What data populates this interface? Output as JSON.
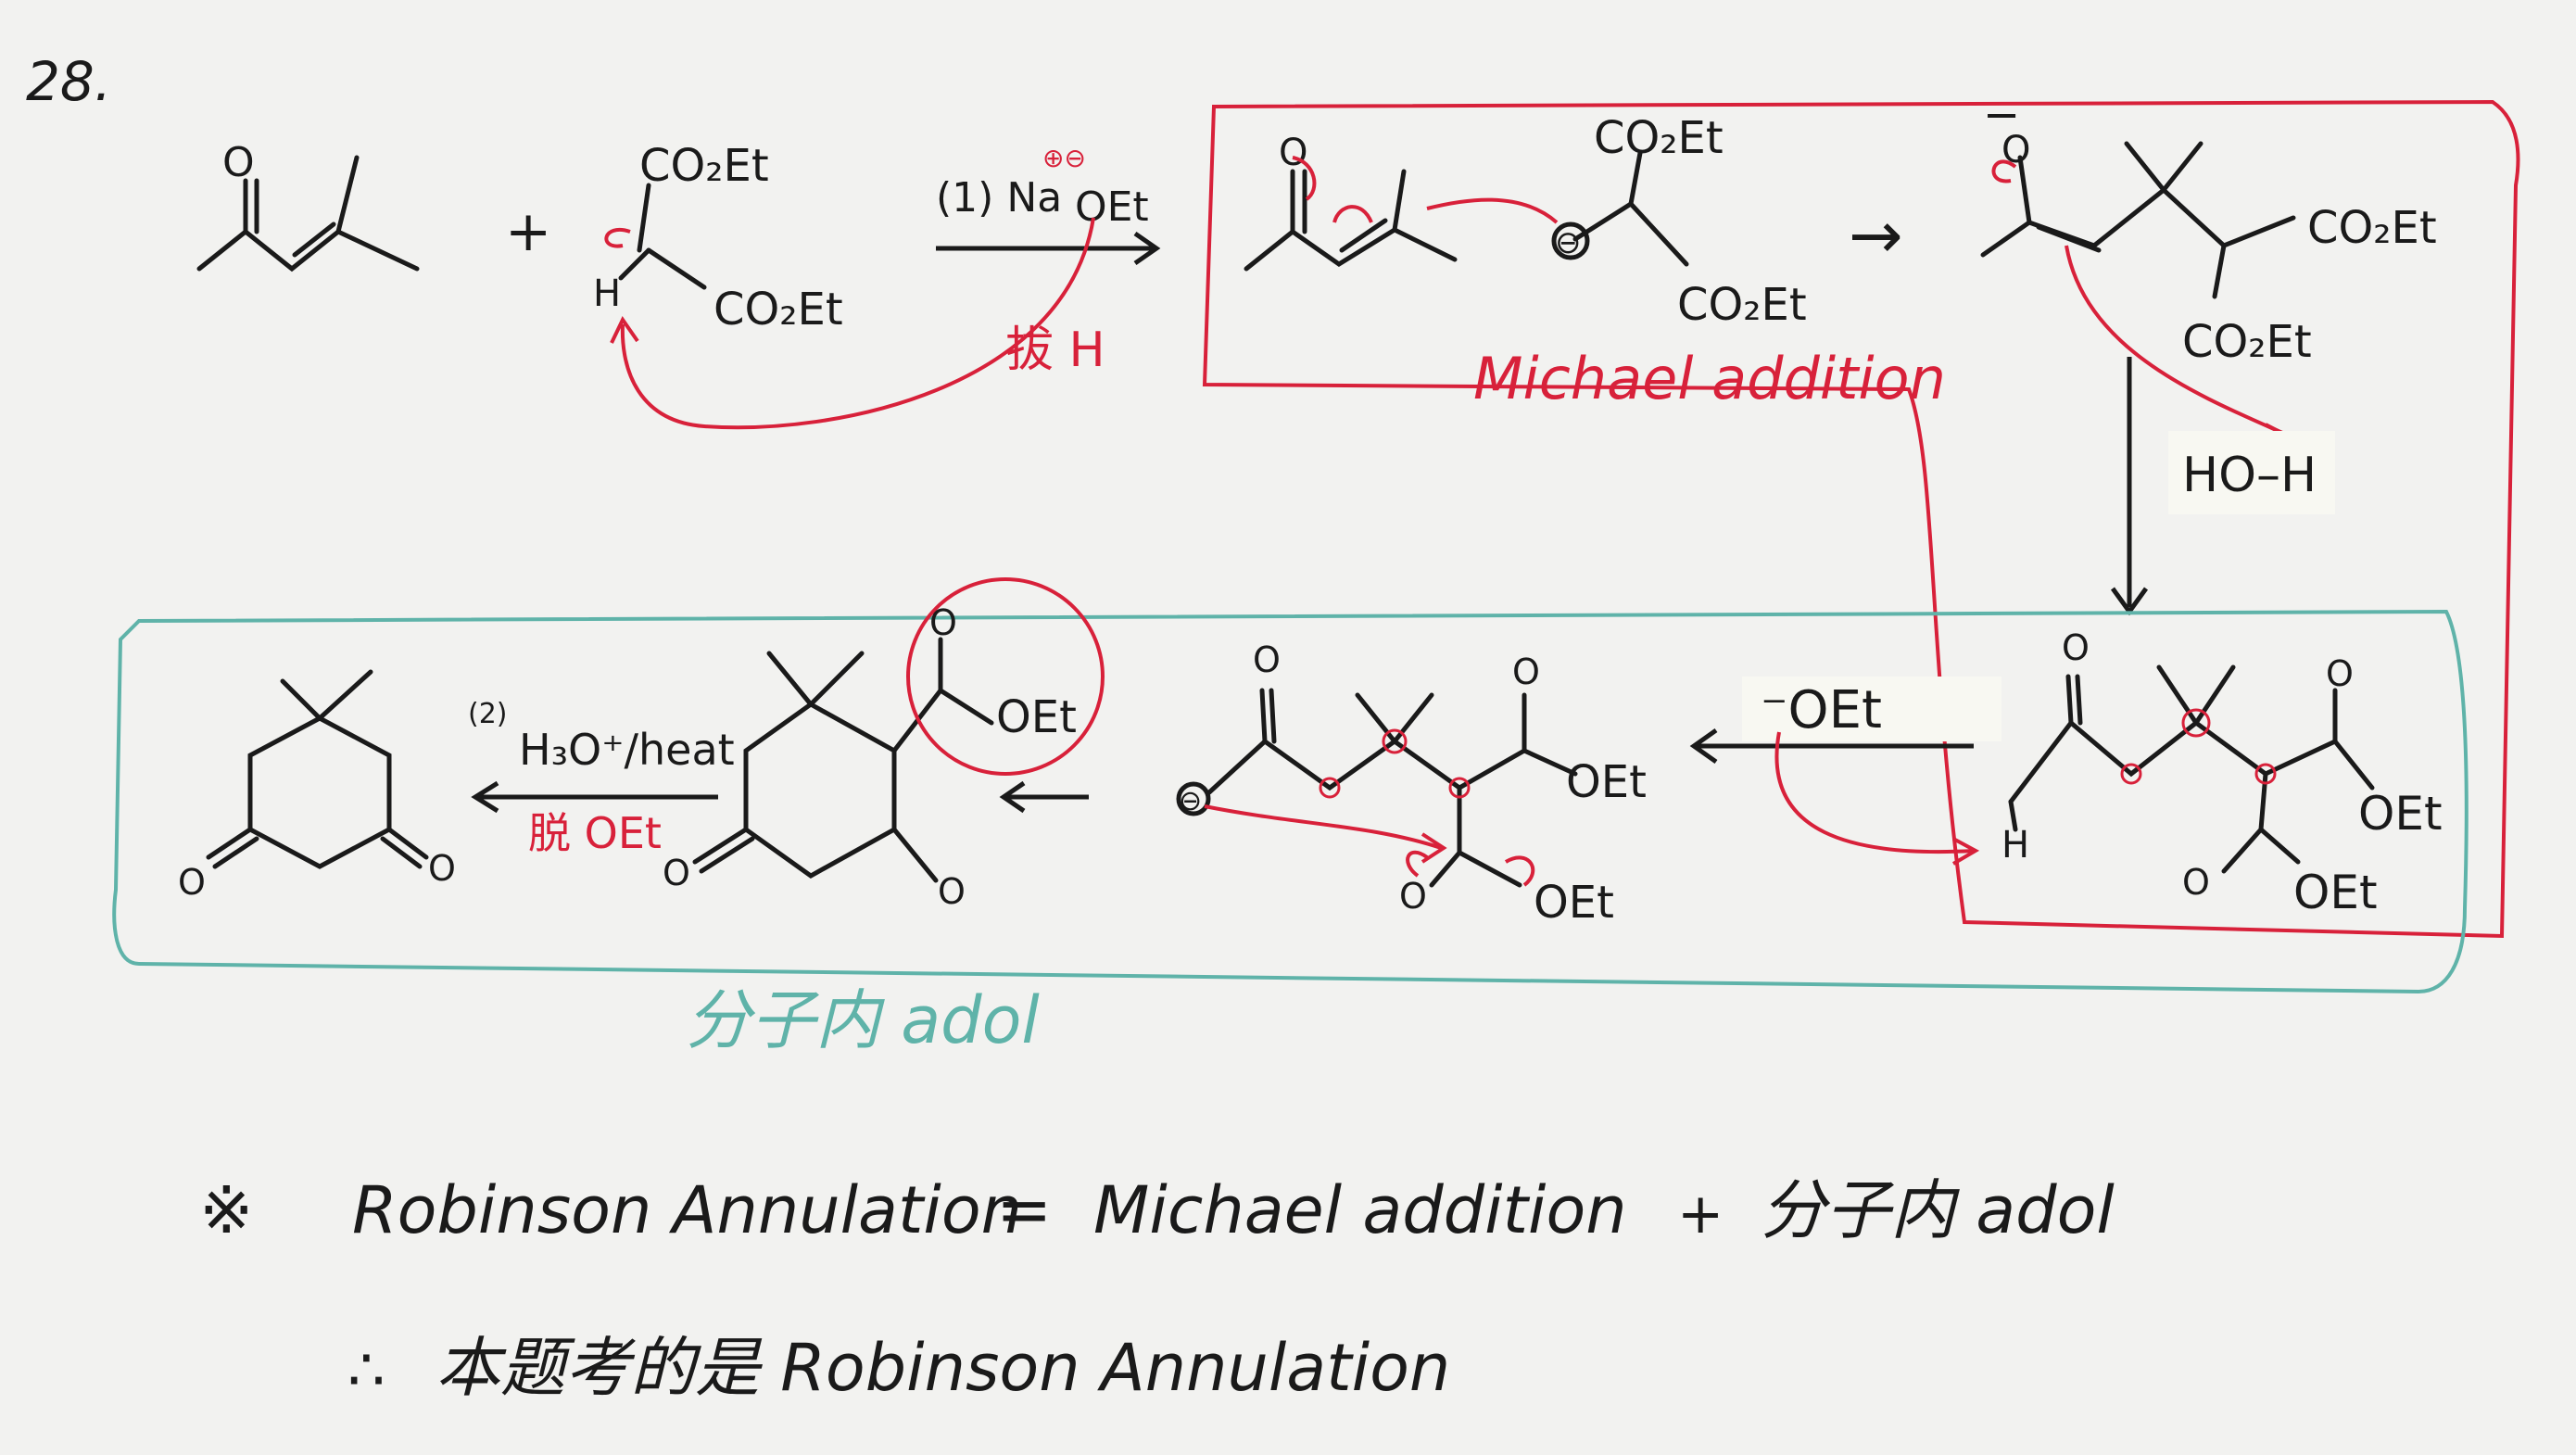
{
  "problem_number": "28.",
  "step1": {
    "plus": "+",
    "reagent_1": "(1) Na",
    "reagent_1_charge": "⊕⊖",
    "reagent_1_base": "OEt",
    "deprotonate_note": "拔 H"
  },
  "michael_box": {
    "label": "Michael addition",
    "ester_top": "CO₂Et",
    "ester_bottom": "CO₂Et",
    "anion": "⊖",
    "arrow": "→"
  },
  "adduct": {
    "ester_right": "CO₂Et",
    "ester_down": "CO₂Et",
    "protonation": "HO–H",
    "minus": "−"
  },
  "enolization": {
    "base": "⁻OEt",
    "h_label": "H"
  },
  "intermediates": {
    "o_label": "O",
    "oet_a": "OEt",
    "oet_b": "OEt",
    "oet_c": "OEt",
    "oet_d": "OEt",
    "oet_e": "OEt",
    "anion": "⊖"
  },
  "step2": {
    "reagent_num": "(2)",
    "reagent": "H₃O⁺/heat",
    "note": "脱 OEt"
  },
  "aldol_label": "分子内 adol",
  "summary": {
    "symbol": "※",
    "line1_a": "Robinson Annulation",
    "line1_eq": "=",
    "line1_b": "Michael addition",
    "line1_plus": "+",
    "line1_c": "分子内 adol",
    "therefore": "∴",
    "line2": "本题考的是 Robinson Annulation"
  },
  "colors": {
    "ink": "#1a1a1a",
    "red": "#d8213a",
    "teal": "#5fb3a9",
    "paper": "#f2f2f0"
  }
}
